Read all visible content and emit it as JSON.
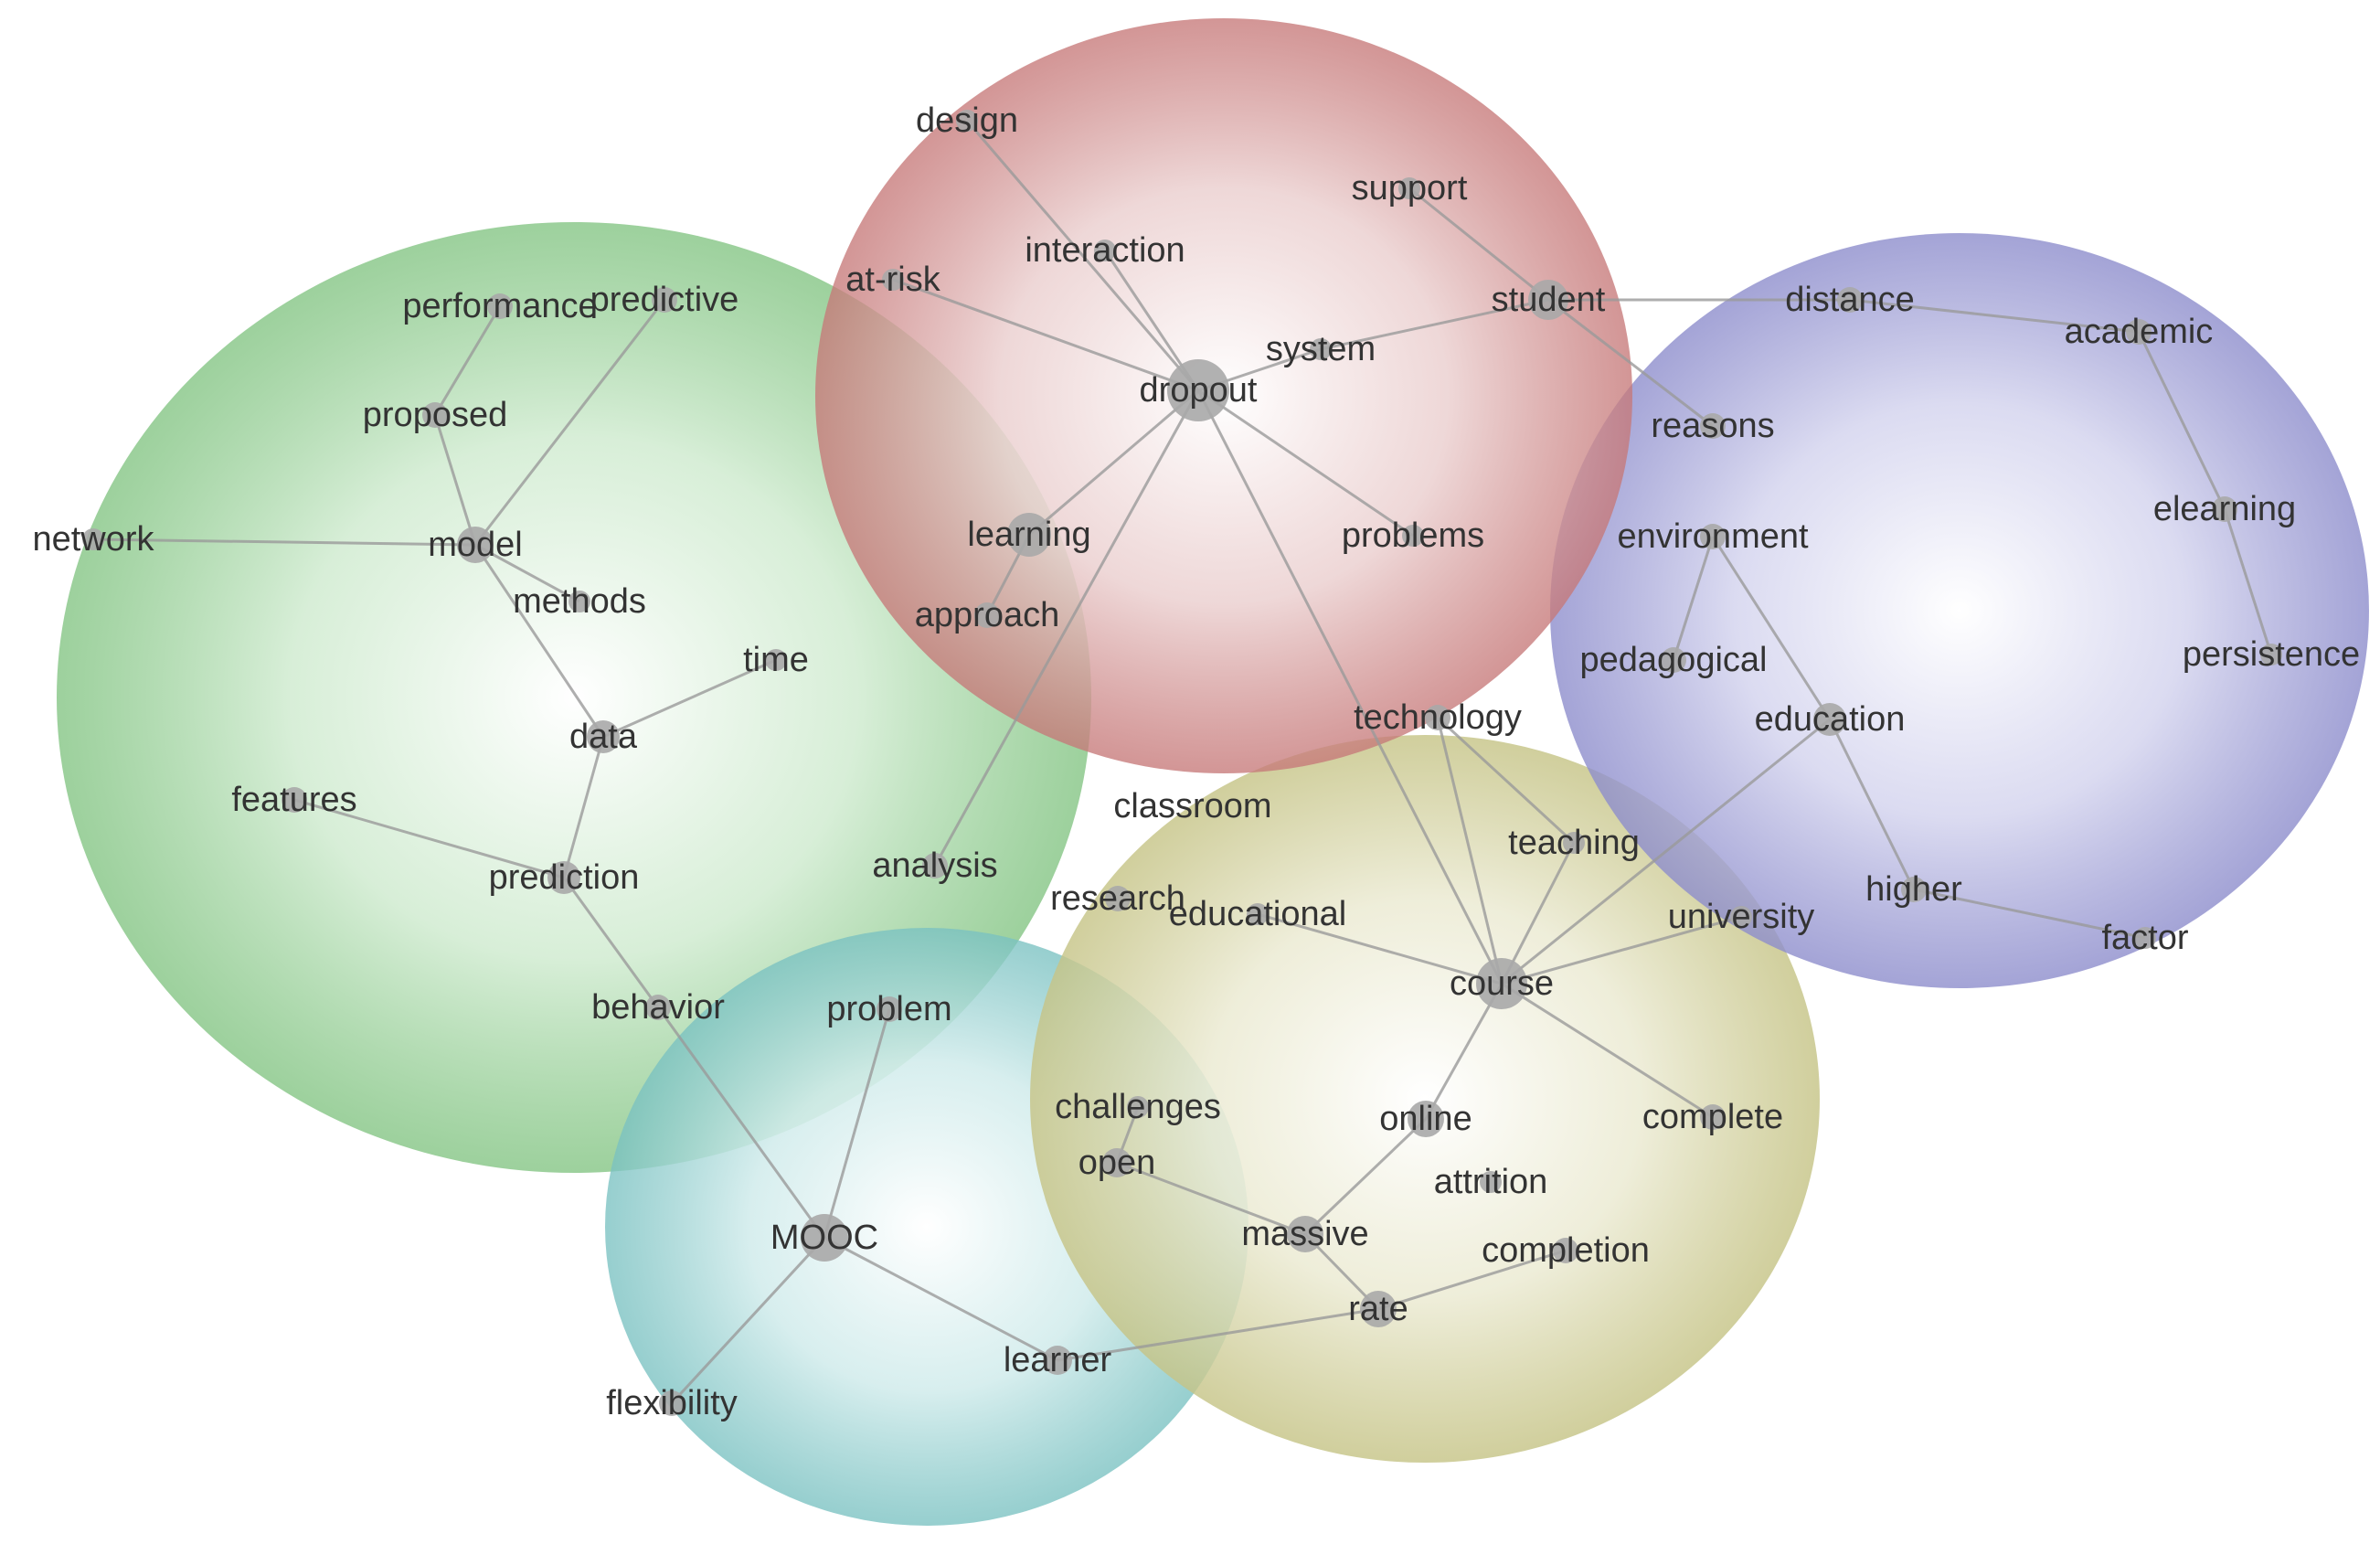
{
  "clusters": [
    {
      "id": "green",
      "color": "#7cc17c"
    },
    {
      "id": "red",
      "color": "#c67878"
    },
    {
      "id": "blue",
      "color": "#8d8dcc"
    },
    {
      "id": "yellow",
      "color": "#c6c487"
    },
    {
      "id": "teal",
      "color": "#79c1c1"
    }
  ],
  "nodes": [
    {
      "id": "design",
      "label": "design"
    },
    {
      "id": "support",
      "label": "support"
    },
    {
      "id": "interaction",
      "label": "interaction"
    },
    {
      "id": "at-risk",
      "label": "at-risk"
    },
    {
      "id": "student",
      "label": "student"
    },
    {
      "id": "distance",
      "label": "distance"
    },
    {
      "id": "academic",
      "label": "academic"
    },
    {
      "id": "system",
      "label": "system"
    },
    {
      "id": "dropout",
      "label": "dropout"
    },
    {
      "id": "reasons",
      "label": "reasons"
    },
    {
      "id": "performance",
      "label": "performance"
    },
    {
      "id": "predictive",
      "label": "predictive"
    },
    {
      "id": "proposed",
      "label": "proposed"
    },
    {
      "id": "network",
      "label": "network"
    },
    {
      "id": "model",
      "label": "model"
    },
    {
      "id": "methods",
      "label": "methods"
    },
    {
      "id": "learning",
      "label": "learning"
    },
    {
      "id": "problems",
      "label": "problems"
    },
    {
      "id": "environment",
      "label": "environment"
    },
    {
      "id": "elearning",
      "label": "elearning"
    },
    {
      "id": "approach",
      "label": "approach"
    },
    {
      "id": "time",
      "label": "time"
    },
    {
      "id": "pedagogical",
      "label": "pedagogical"
    },
    {
      "id": "persistence",
      "label": "persistence"
    },
    {
      "id": "data",
      "label": "data"
    },
    {
      "id": "technology",
      "label": "technology"
    },
    {
      "id": "education",
      "label": "education"
    },
    {
      "id": "features",
      "label": "features"
    },
    {
      "id": "classroom",
      "label": "classroom"
    },
    {
      "id": "teaching",
      "label": "teaching"
    },
    {
      "id": "analysis",
      "label": "analysis"
    },
    {
      "id": "prediction",
      "label": "prediction"
    },
    {
      "id": "higher",
      "label": "higher"
    },
    {
      "id": "research",
      "label": "research"
    },
    {
      "id": "educational",
      "label": "educational"
    },
    {
      "id": "university",
      "label": "university"
    },
    {
      "id": "factor",
      "label": "factor"
    },
    {
      "id": "course",
      "label": "course"
    },
    {
      "id": "behavior",
      "label": "behavior"
    },
    {
      "id": "problem",
      "label": "problem"
    },
    {
      "id": "challenges",
      "label": "challenges"
    },
    {
      "id": "complete",
      "label": "complete"
    },
    {
      "id": "online",
      "label": "online"
    },
    {
      "id": "open",
      "label": "open"
    },
    {
      "id": "attrition",
      "label": "attrition"
    },
    {
      "id": "MOOC",
      "label": "MOOC"
    },
    {
      "id": "massive",
      "label": "massive"
    },
    {
      "id": "completion",
      "label": "completion"
    },
    {
      "id": "rate",
      "label": "rate"
    },
    {
      "id": "learner",
      "label": "learner"
    },
    {
      "id": "flexibility",
      "label": "flexibility"
    }
  ],
  "edges": [
    [
      "design",
      "dropout"
    ],
    [
      "interaction",
      "dropout"
    ],
    [
      "at-risk",
      "dropout"
    ],
    [
      "dropout",
      "system"
    ],
    [
      "system",
      "student"
    ],
    [
      "support",
      "student"
    ],
    [
      "student",
      "distance"
    ],
    [
      "distance",
      "academic"
    ],
    [
      "academic",
      "elearning"
    ],
    [
      "elearning",
      "persistence"
    ],
    [
      "student",
      "reasons"
    ],
    [
      "dropout",
      "learning"
    ],
    [
      "learning",
      "approach"
    ],
    [
      "dropout",
      "problems"
    ],
    [
      "dropout",
      "analysis"
    ],
    [
      "dropout",
      "course"
    ],
    [
      "performance",
      "proposed"
    ],
    [
      "proposed",
      "model"
    ],
    [
      "predictive",
      "model"
    ],
    [
      "network",
      "model"
    ],
    [
      "model",
      "methods"
    ],
    [
      "model",
      "data"
    ],
    [
      "data",
      "time"
    ],
    [
      "data",
      "prediction"
    ],
    [
      "features",
      "prediction"
    ],
    [
      "prediction",
      "behavior"
    ],
    [
      "behavior",
      "MOOC"
    ],
    [
      "problem",
      "MOOC"
    ],
    [
      "MOOC",
      "flexibility"
    ],
    [
      "MOOC",
      "learner"
    ],
    [
      "learner",
      "rate"
    ],
    [
      "environment",
      "pedagogical"
    ],
    [
      "environment",
      "education"
    ],
    [
      "education",
      "higher"
    ],
    [
      "higher",
      "factor"
    ],
    [
      "education",
      "course"
    ],
    [
      "technology",
      "course"
    ],
    [
      "technology",
      "teaching"
    ],
    [
      "teaching",
      "course"
    ],
    [
      "educational",
      "course"
    ],
    [
      "university",
      "course"
    ],
    [
      "course",
      "complete"
    ],
    [
      "course",
      "online"
    ],
    [
      "online",
      "massive"
    ],
    [
      "challenges",
      "open"
    ],
    [
      "open",
      "massive"
    ],
    [
      "massive",
      "rate"
    ],
    [
      "rate",
      "completion"
    ]
  ]
}
